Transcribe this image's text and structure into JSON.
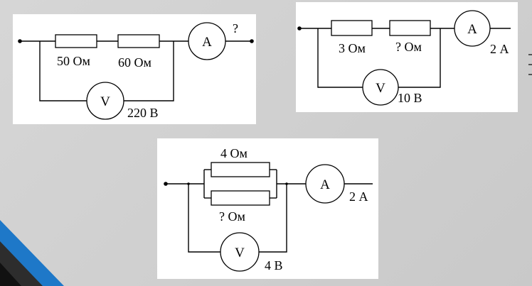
{
  "colors": {
    "background": "#cfcfcf",
    "panel": "#ffffff",
    "ink": "#000000",
    "accent_blue": "#1e78c8",
    "accent_dark": "#2d2d2d"
  },
  "circuit1": {
    "r1": "50 Ом",
    "r2": "60 Ом",
    "ammeter_symbol": "A",
    "ammeter_value": "?",
    "voltmeter_symbol": "V",
    "voltmeter_value": "220 В"
  },
  "circuit2": {
    "r1": "3 Ом",
    "r2": "? Ом",
    "ammeter_symbol": "A",
    "ammeter_value": "2 А",
    "voltmeter_symbol": "V",
    "voltmeter_value": "10 В"
  },
  "circuit3": {
    "r_top": "4 Ом",
    "r_bottom": "? Ом",
    "ammeter_symbol": "A",
    "ammeter_value": "2 А",
    "voltmeter_symbol": "V",
    "voltmeter_value": "4 В"
  }
}
